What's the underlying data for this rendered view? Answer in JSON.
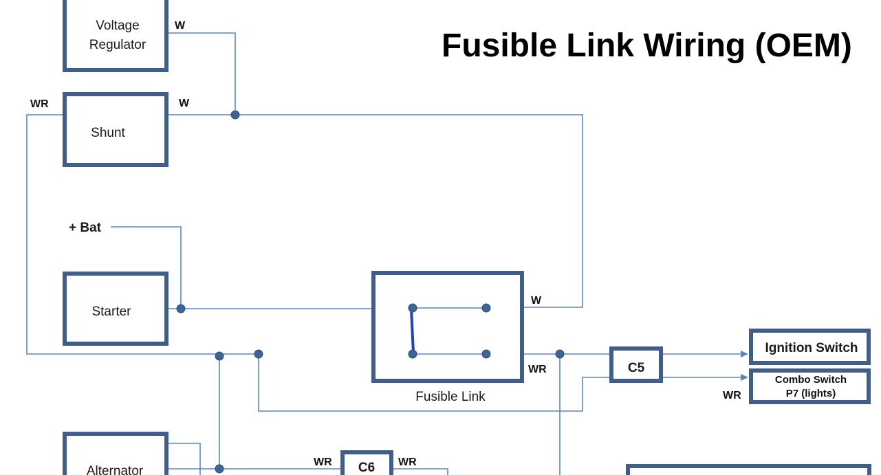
{
  "title": "Fusible Link Wiring (OEM)",
  "components": {
    "voltage_regulator": [
      "Voltage",
      "Regulator"
    ],
    "shunt": "Shunt",
    "bat": "+ Bat",
    "starter": "Starter",
    "fusible_link": "Fusible Link",
    "alternator": "Alternator",
    "ignition_switch": "Ignition Switch",
    "combo_switch": [
      "Combo Switch",
      "P7 (lights)"
    ],
    "c5": "C5",
    "c6": "C6"
  },
  "wire_labels": {
    "vr_w": "W",
    "shunt_w": "W",
    "shunt_wr": "WR",
    "fl_w": "W",
    "fl_wr": "WR",
    "combo_wr": "WR",
    "c6_wr_left": "WR",
    "c6_wr_right": "WR"
  },
  "colors": {
    "box_border": "#3f5f8a",
    "wire": "#5b86bd",
    "node": "#3c6596",
    "link": "#1f3fd0"
  }
}
